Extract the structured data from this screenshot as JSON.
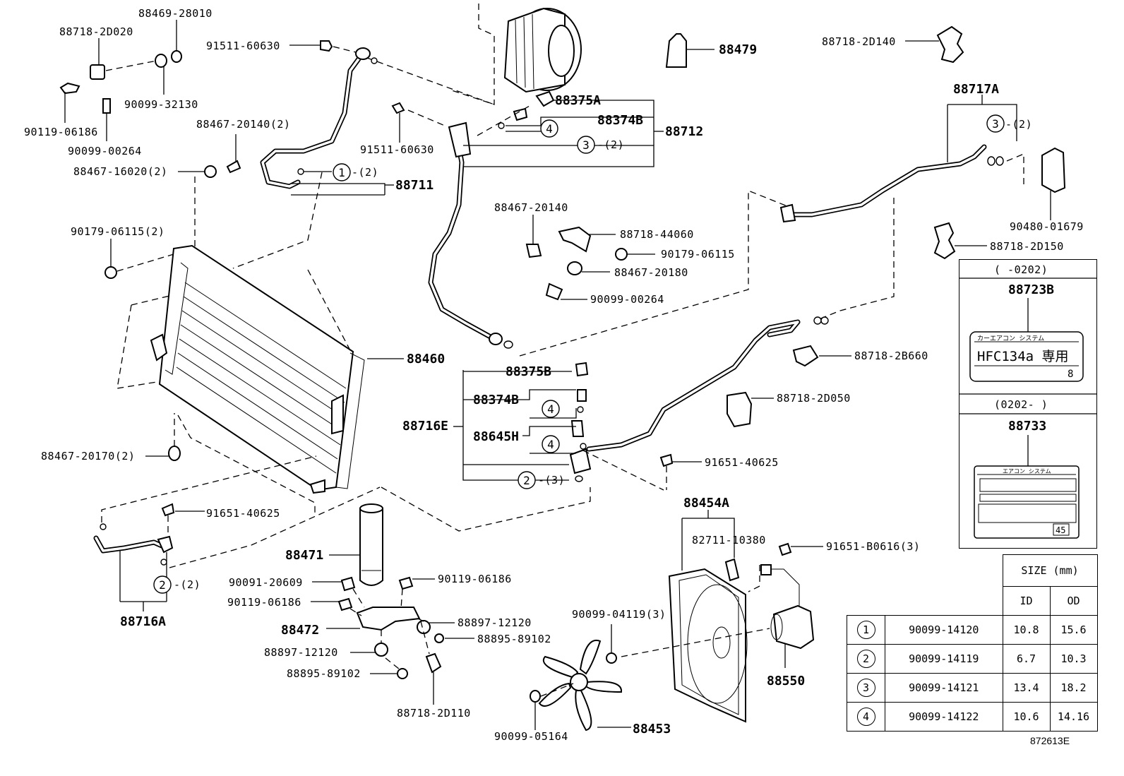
{
  "labels": {
    "l_88469_28010": "88469-28010",
    "l_88718_2D020": "88718-2D020",
    "l_91511_60630_a": "91511-60630",
    "l_90119_06186_a": "90119-06186",
    "l_90099_32130": "90099-32130",
    "l_90099_00264_a": "90099-00264",
    "l_88467_20140_2": "88467-20140(2)",
    "l_88467_16020_2": "88467-16020(2)",
    "l_88711": "88711",
    "l_90179_06115_2": "90179-06115(2)",
    "l_88460": "88460",
    "l_88467_20170_2": "88467-20170(2)",
    "l_91651_40625_a": "91651-40625",
    "l_88716A": "88716A",
    "l_88375A": "88375A",
    "l_88374B_a": "88374B",
    "l_88712": "88712",
    "l_91511_60630_b": "91511-60630",
    "l_88467_20140": "88467-20140",
    "l_88718_44060": "88718-44060",
    "l_90179_06115": "90179-06115",
    "l_88467_20180": "88467-20180",
    "l_90099_00264_b": "90099-00264",
    "l_88479": "88479",
    "l_88718_2D140": "88718-2D140",
    "l_88717A": "88717A",
    "l_90480_01679": "90480-01679",
    "l_88718_2D150": "88718-2D150",
    "l_88375B": "88375B",
    "l_88374B_b": "88374B",
    "l_88716E": "88716E",
    "l_88645H": "88645H",
    "l_88718_2B660": "88718-2B660",
    "l_88718_2D050": "88718-2D050",
    "l_91651_40625_b": "91651-40625",
    "l_88471": "88471",
    "l_90091_20609": "90091-20609",
    "l_90119_06186_b": "90119-06186",
    "l_90119_06186_c": "90119-06186",
    "l_88472": "88472",
    "l_88897_12120_a": "88897-12120",
    "l_88895_89102_a": "88895-89102",
    "l_88897_12120_b": "88897-12120",
    "l_88895_89102_b": "88895-89102",
    "l_88718_2D110": "88718-2D110",
    "l_88454A": "88454A",
    "l_82711_10380": "82711-10380",
    "l_91651_B0616_3": "91651-B0616(3)",
    "l_90099_04119_3": "90099-04119(3)",
    "l_88550": "88550",
    "l_90099_05164": "90099-05164",
    "l_88453": "88453"
  },
  "callouts": {
    "qty_1_2": "-(2)",
    "qty_3_2": "-(2)",
    "qty_3_2b": "-(2)",
    "qty_2_2": "-(2)",
    "qty_2_3": "-(3)",
    "n1": "1",
    "n2": "2",
    "n3": "3",
    "n4": "4"
  },
  "label_box": {
    "range_top": "(      -0202)",
    "part_top": "88723B",
    "decal_top_heading": "カーエアコン システム",
    "decal_top_main": "HFC134a 専用",
    "decal_top_code": "8",
    "range_bottom": "(0202-      )",
    "part_bottom": "88733",
    "decal_bottom_heading": "エアコン システム",
    "decal_bottom_code": "45"
  },
  "size_table": {
    "header": "SIZE (mm)",
    "col_id": "ID",
    "col_od": "OD",
    "rows": [
      {
        "n": "1",
        "part": "90099-14120",
        "id": "10.8",
        "od": "15.6"
      },
      {
        "n": "2",
        "part": "90099-14119",
        "id": "6.7",
        "od": "10.3"
      },
      {
        "n": "3",
        "part": "90099-14121",
        "id": "13.4",
        "od": "18.2"
      },
      {
        "n": "4",
        "part": "90099-14122",
        "id": "10.6",
        "od": "14.16"
      }
    ]
  },
  "ref_code": "872613E"
}
